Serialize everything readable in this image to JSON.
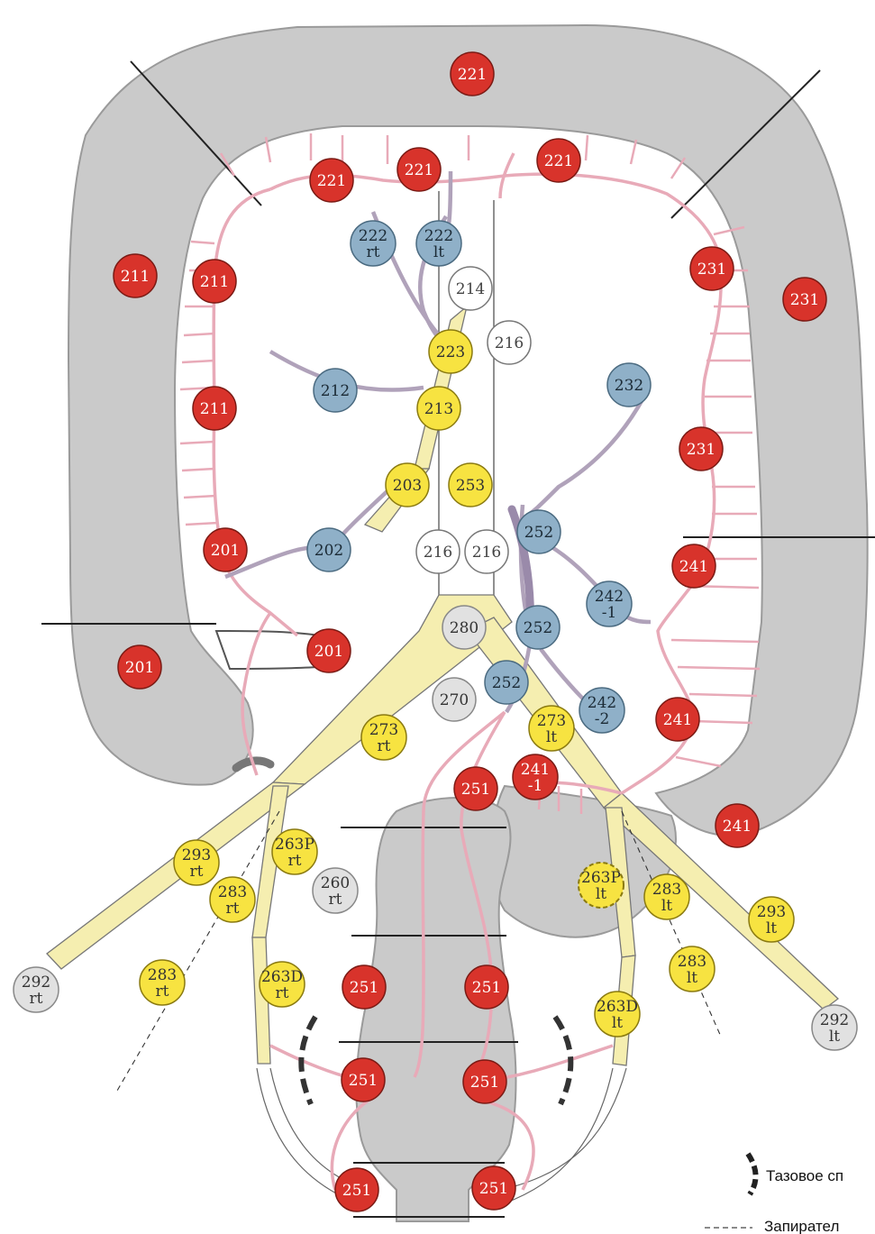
{
  "colors": {
    "red": "#d8332b",
    "blue": "#8fb0c8",
    "yellow": "#f7e341",
    "white": "#ffffff",
    "gray": "#e1e1e1",
    "bowel": "#cacaca",
    "artery_pink": "#e8aab8",
    "vein_purple": "#b0a2ba",
    "vessel_yellow": "#f5eeb0"
  },
  "nodes": [
    {
      "id": "n221-top",
      "line1": "221",
      "line2": "",
      "type": "red"
    },
    {
      "id": "n221-l",
      "line1": "221",
      "line2": "",
      "type": "red"
    },
    {
      "id": "n221-c",
      "line1": "221",
      "line2": "",
      "type": "red"
    },
    {
      "id": "n221-r",
      "line1": "221",
      "line2": "",
      "type": "red"
    },
    {
      "id": "n222rt",
      "line1": "222",
      "line2": "rt",
      "type": "blue"
    },
    {
      "id": "n222lt",
      "line1": "222",
      "line2": "lt",
      "type": "blue"
    },
    {
      "id": "n214",
      "line1": "214",
      "line2": "",
      "type": "white"
    },
    {
      "id": "n216-a",
      "line1": "216",
      "line2": "",
      "type": "white"
    },
    {
      "id": "n223",
      "line1": "223",
      "line2": "",
      "type": "yellow"
    },
    {
      "id": "n213",
      "line1": "213",
      "line2": "",
      "type": "yellow"
    },
    {
      "id": "n212",
      "line1": "212",
      "line2": "",
      "type": "blue"
    },
    {
      "id": "n211-out",
      "line1": "211",
      "line2": "",
      "type": "red"
    },
    {
      "id": "n211-in1",
      "line1": "211",
      "line2": "",
      "type": "red"
    },
    {
      "id": "n211-in2",
      "line1": "211",
      "line2": "",
      "type": "red"
    },
    {
      "id": "n231-in1",
      "line1": "231",
      "line2": "",
      "type": "red"
    },
    {
      "id": "n231-out",
      "line1": "231",
      "line2": "",
      "type": "red"
    },
    {
      "id": "n232",
      "line1": "232",
      "line2": "",
      "type": "blue"
    },
    {
      "id": "n231-in2",
      "line1": "231",
      "line2": "",
      "type": "red"
    },
    {
      "id": "n203",
      "line1": "203",
      "line2": "",
      "type": "yellow"
    },
    {
      "id": "n253",
      "line1": "253",
      "line2": "",
      "type": "yellow"
    },
    {
      "id": "n252-a",
      "line1": "252",
      "line2": "",
      "type": "blue"
    },
    {
      "id": "n202",
      "line1": "202",
      "line2": "",
      "type": "blue"
    },
    {
      "id": "n201-in",
      "line1": "201",
      "line2": "",
      "type": "red"
    },
    {
      "id": "n216-b",
      "line1": "216",
      "line2": "",
      "type": "white"
    },
    {
      "id": "n216-c",
      "line1": "216",
      "line2": "",
      "type": "white"
    },
    {
      "id": "n241-a",
      "line1": "241",
      "line2": "",
      "type": "red"
    },
    {
      "id": "n242-1",
      "line1": "242",
      "line2": "-1",
      "type": "blue"
    },
    {
      "id": "n280",
      "line1": "280",
      "line2": "",
      "type": "gray"
    },
    {
      "id": "n252-b",
      "line1": "252",
      "line2": "",
      "type": "blue"
    },
    {
      "id": "n201-ileum",
      "line1": "201",
      "line2": "",
      "type": "red"
    },
    {
      "id": "n201-out",
      "line1": "201",
      "line2": "",
      "type": "red"
    },
    {
      "id": "n270",
      "line1": "270",
      "line2": "",
      "type": "gray"
    },
    {
      "id": "n252-c",
      "line1": "252",
      "line2": "",
      "type": "blue"
    },
    {
      "id": "n242-2",
      "line1": "242",
      "line2": "-2",
      "type": "blue"
    },
    {
      "id": "n241-b",
      "line1": "241",
      "line2": "",
      "type": "red"
    },
    {
      "id": "n273rt",
      "line1": "273",
      "line2": "rt",
      "type": "yellow"
    },
    {
      "id": "n273lt",
      "line1": "273",
      "line2": "lt",
      "type": "yellow"
    },
    {
      "id": "n241-1",
      "line1": "241",
      "line2": "-1",
      "type": "red"
    },
    {
      "id": "n251-top",
      "line1": "251",
      "line2": "",
      "type": "red"
    },
    {
      "id": "n241-out",
      "line1": "241",
      "line2": "",
      "type": "red"
    },
    {
      "id": "n293rt",
      "line1": "293",
      "line2": "rt",
      "type": "yellow"
    },
    {
      "id": "n263Prt",
      "line1": "263P",
      "line2": "rt",
      "type": "yellow"
    },
    {
      "id": "n260rt",
      "line1": "260",
      "line2": "rt",
      "type": "gray"
    },
    {
      "id": "n263Plt",
      "line1": "263P",
      "line2": "lt",
      "type": "yellow",
      "dashed": true
    },
    {
      "id": "n283rt-a",
      "line1": "283",
      "line2": "rt",
      "type": "yellow"
    },
    {
      "id": "n283lt-a",
      "line1": "283",
      "line2": "lt",
      "type": "yellow"
    },
    {
      "id": "n293lt",
      "line1": "293",
      "line2": "lt",
      "type": "yellow"
    },
    {
      "id": "n283lt-b",
      "line1": "283",
      "line2": "lt",
      "type": "yellow"
    },
    {
      "id": "n292rt",
      "line1": "292",
      "line2": "rt",
      "type": "gray"
    },
    {
      "id": "n283rt-b",
      "line1": "283",
      "line2": "rt",
      "type": "yellow"
    },
    {
      "id": "n263Drt",
      "line1": "263D",
      "line2": "rt",
      "type": "yellow"
    },
    {
      "id": "n251-l1",
      "line1": "251",
      "line2": "",
      "type": "red"
    },
    {
      "id": "n251-r1",
      "line1": "251",
      "line2": "",
      "type": "red"
    },
    {
      "id": "n263Dlt",
      "line1": "263D",
      "line2": "lt",
      "type": "yellow"
    },
    {
      "id": "n292lt",
      "line1": "292",
      "line2": "lt",
      "type": "gray"
    },
    {
      "id": "n251-l2",
      "line1": "251",
      "line2": "",
      "type": "red"
    },
    {
      "id": "n251-r2",
      "line1": "251",
      "line2": "",
      "type": "red"
    },
    {
      "id": "n251-l3",
      "line1": "251",
      "line2": "",
      "type": "red"
    },
    {
      "id": "n251-r3",
      "line1": "251",
      "line2": "",
      "type": "red"
    }
  ],
  "legend": {
    "pelvic_label": "Тазовое сп",
    "obturator_label": "Запирател"
  }
}
